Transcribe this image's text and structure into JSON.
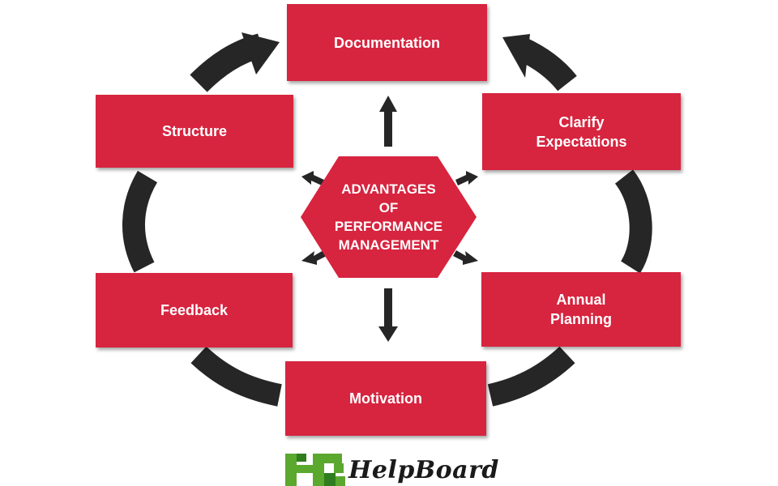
{
  "colors": {
    "box": "#d7243f",
    "ring": "#262626",
    "arrow": "#262626",
    "logo_green": "#5aa82e"
  },
  "center": {
    "label": "ADVANTAGES\nOF\nPERFORMANCE\nMANAGEMENT"
  },
  "boxes": {
    "documentation": "Documentation",
    "clarify": "Clarify\nExpectations",
    "annual": "Annual\nPlanning",
    "motivation": "Motivation",
    "feedback": "Feedback",
    "structure": "Structure"
  },
  "logo": {
    "text": "HelpBoard",
    "mark_icon": "hr-logo-icon"
  }
}
